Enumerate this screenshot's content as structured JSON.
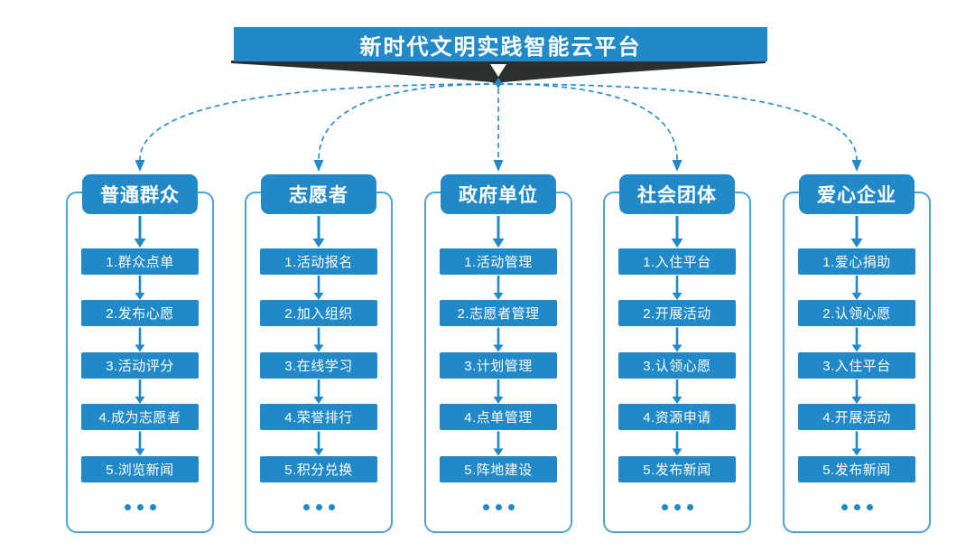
{
  "title": "新时代文明实践智能云平台",
  "colors": {
    "primary_blue": "#2189c8",
    "frame_border_blue": "#4ba3d9",
    "dashed_line_blue": "#2e8fce",
    "ribbon_dark": "#2e2e2e",
    "text_white": "#ffffff"
  },
  "columns": [
    {
      "header": "普通群众",
      "items": [
        "1.群众点单",
        "2.发布心愿",
        "3.活动评分",
        "4.成为志愿者",
        "5.浏览新闻"
      ]
    },
    {
      "header": "志愿者",
      "items": [
        "1.活动报名",
        "2.加入组织",
        "3.在线学习",
        "4.荣誉排行",
        "5.积分兑换"
      ]
    },
    {
      "header": "政府单位",
      "items": [
        "1.活动管理",
        "2.志愿者管理",
        "3.计划管理",
        "4.点单管理",
        "5.阵地建设"
      ]
    },
    {
      "header": "社会团体",
      "items": [
        "1.入住平台",
        "2.开展活动",
        "3.认领心愿",
        "4.资源申请",
        "5.发布新闻"
      ]
    },
    {
      "header": "爱心企业",
      "items": [
        "1.爱心捐助",
        "2.认领心愿",
        "3.入住平台",
        "4.开展活动",
        "5.发布新闻"
      ]
    }
  ]
}
